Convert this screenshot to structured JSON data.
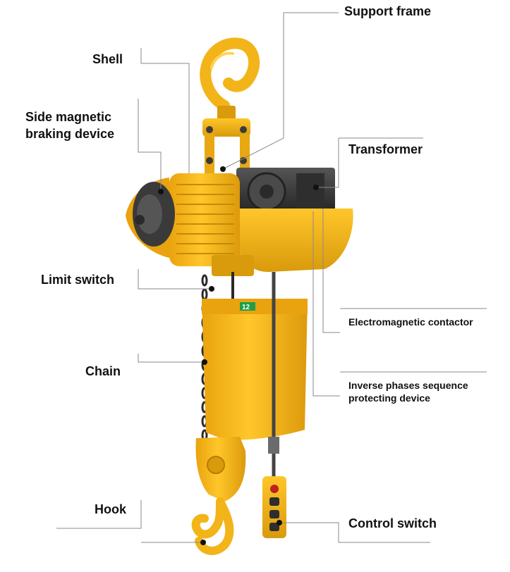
{
  "labels": {
    "support_frame": "Support frame",
    "shell": "Shell",
    "side_magnetic_line1": "Side magnetic",
    "side_magnetic_line2": "braking device",
    "transformer": "Transformer",
    "limit_switch": "Limit switch",
    "electromagnetic_contactor": "Electromagnetic contactor",
    "chain": "Chain",
    "inverse_line1": "Inverse phases sequence",
    "inverse_line2": "protecting device",
    "hook": "Hook",
    "control_switch": "Control switch"
  },
  "plate_number": "12",
  "colors": {
    "body_yellow": "#f2b418",
    "body_shade": "#d99a0c",
    "dark_metal": "#3a3a3a",
    "leader_line": "#8a8a8a",
    "marker": "#111111",
    "plate_green": "#1e9e4a"
  }
}
